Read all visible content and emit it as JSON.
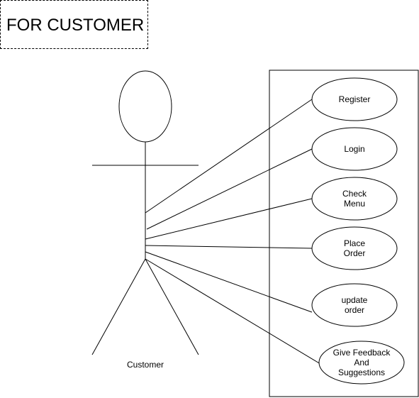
{
  "title": "FOR CUSTOMER",
  "actor": {
    "label": "Customer"
  },
  "use_cases": [
    {
      "label": "Register"
    },
    {
      "label": "Login"
    },
    {
      "label": "Check\nMenu"
    },
    {
      "label": "Place\nOrder"
    },
    {
      "label": "update\norder"
    },
    {
      "label": "Give Feedback\nAnd\nSuggestions"
    }
  ],
  "colors": {
    "stroke": "#000000",
    "fill": "#ffffff"
  }
}
